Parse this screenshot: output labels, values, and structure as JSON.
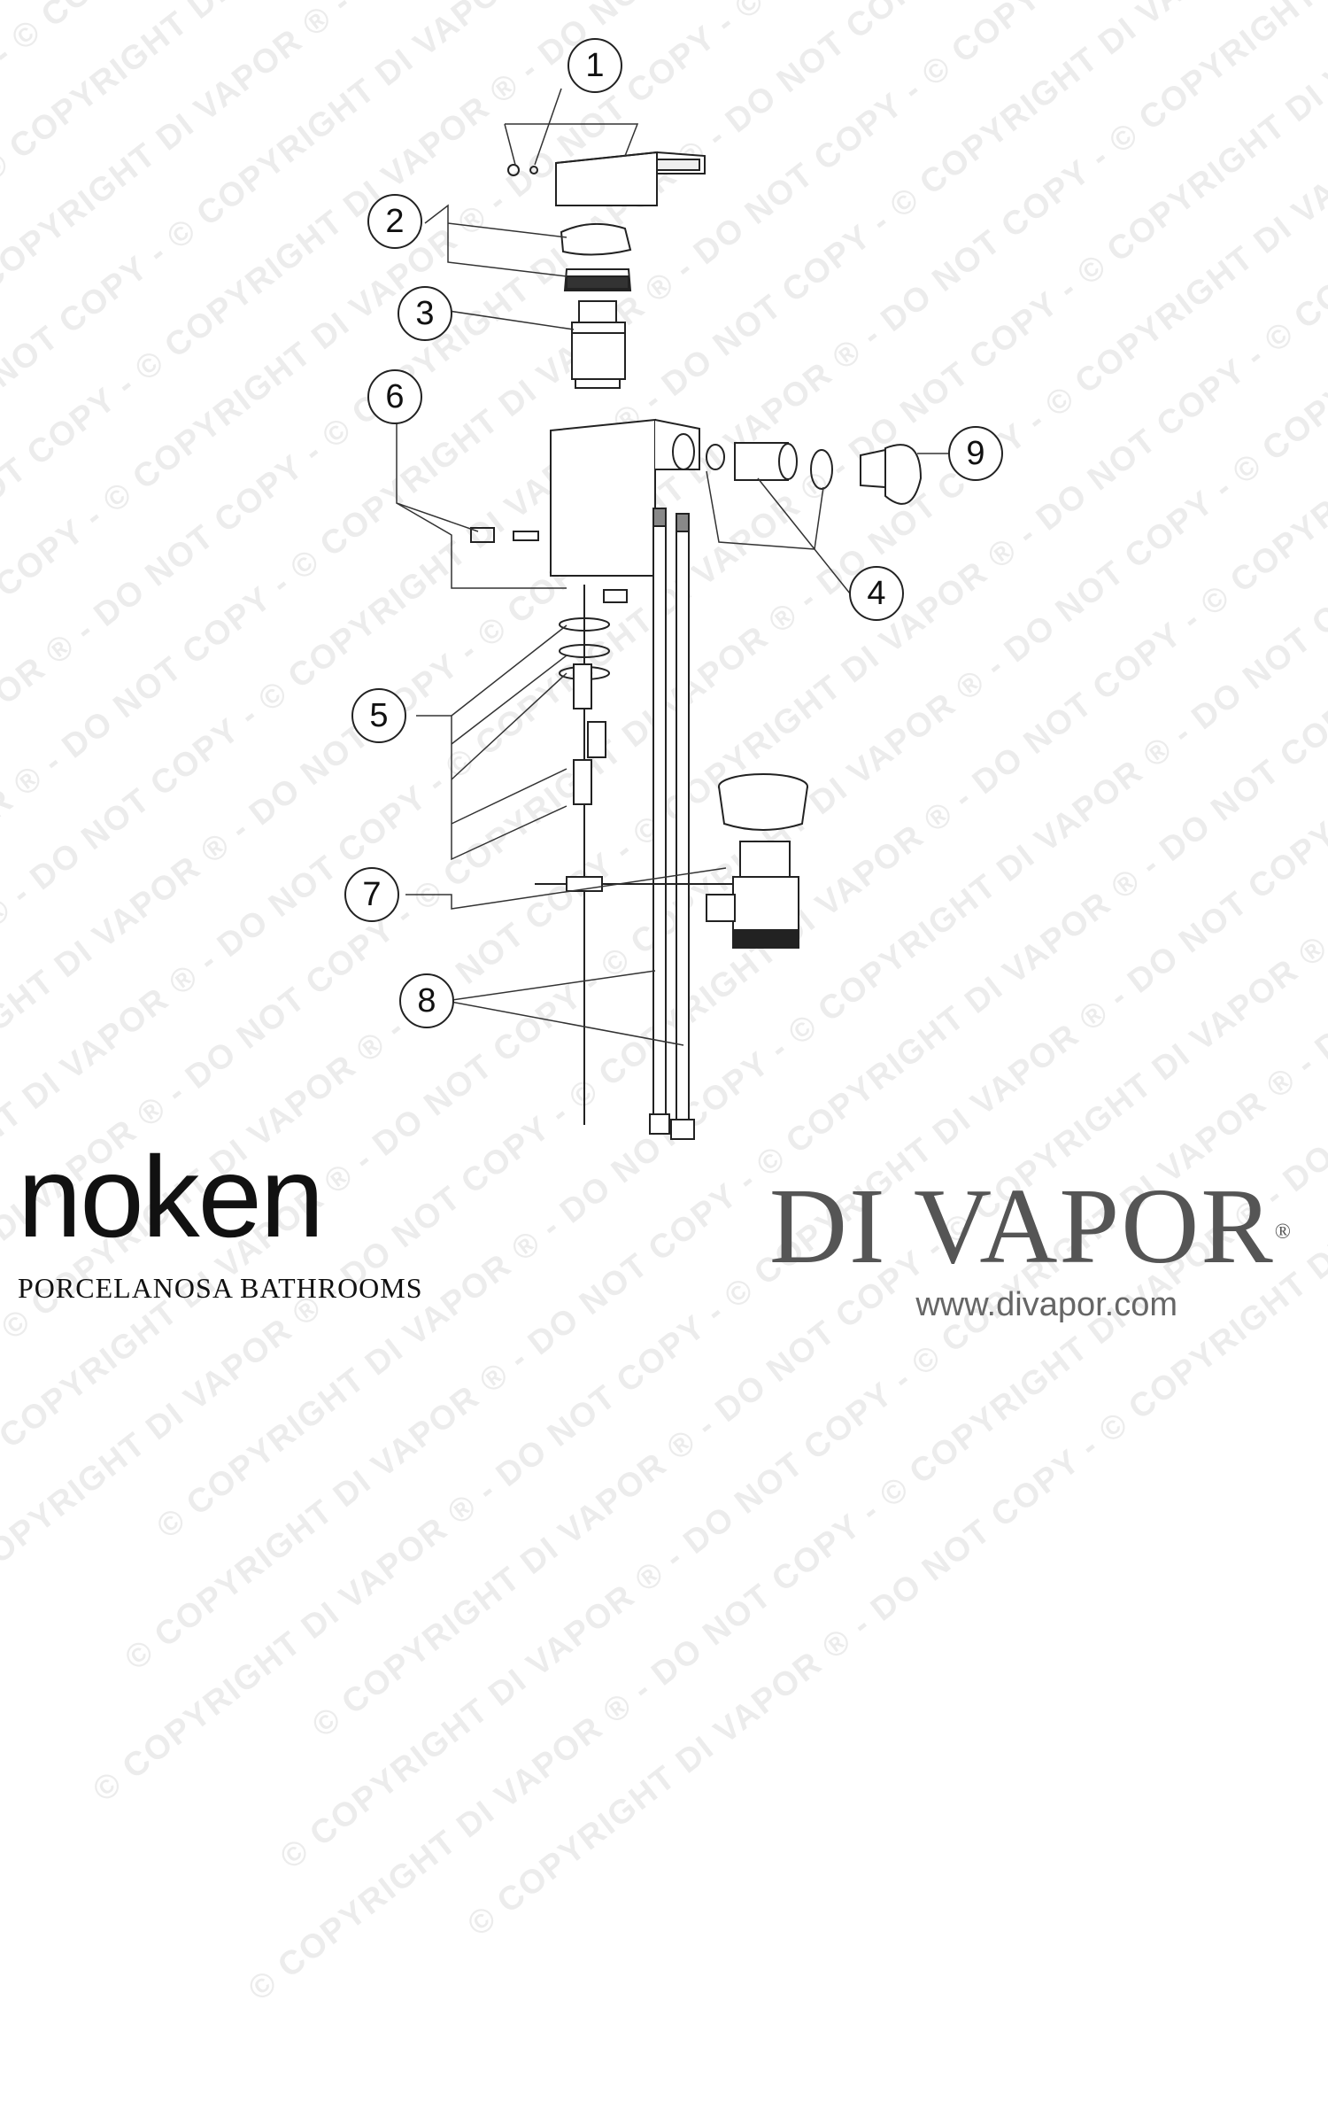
{
  "watermark": {
    "text": "© COPYRIGHT DI VAPOR ® - DO NOT COPY - "
  },
  "callouts": [
    "1",
    "2",
    "3",
    "4",
    "5",
    "6",
    "7",
    "8",
    "9"
  ],
  "brand_left": {
    "name": "noken",
    "tagline": "PORCELANOSA BATHROOMS"
  },
  "brand_right": {
    "name": "DI VAPOR",
    "registered": "®",
    "url": "www.divapor.com"
  }
}
